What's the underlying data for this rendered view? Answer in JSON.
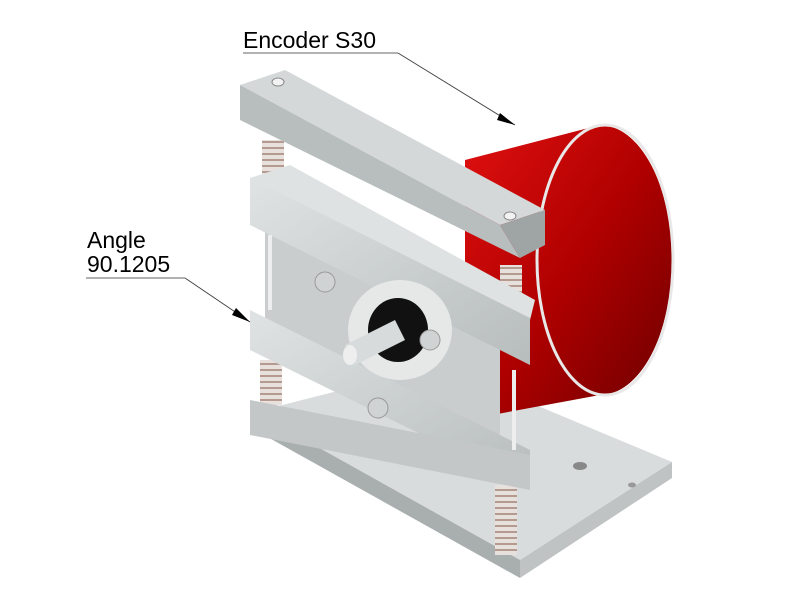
{
  "annotations": {
    "encoder_label": "Encoder S30",
    "angle_label": "Angle",
    "angle_value": "90.1205"
  },
  "colors": {
    "encoder_red": "#c00000",
    "aluminum": "#c8cccc",
    "leader": "#555555"
  }
}
